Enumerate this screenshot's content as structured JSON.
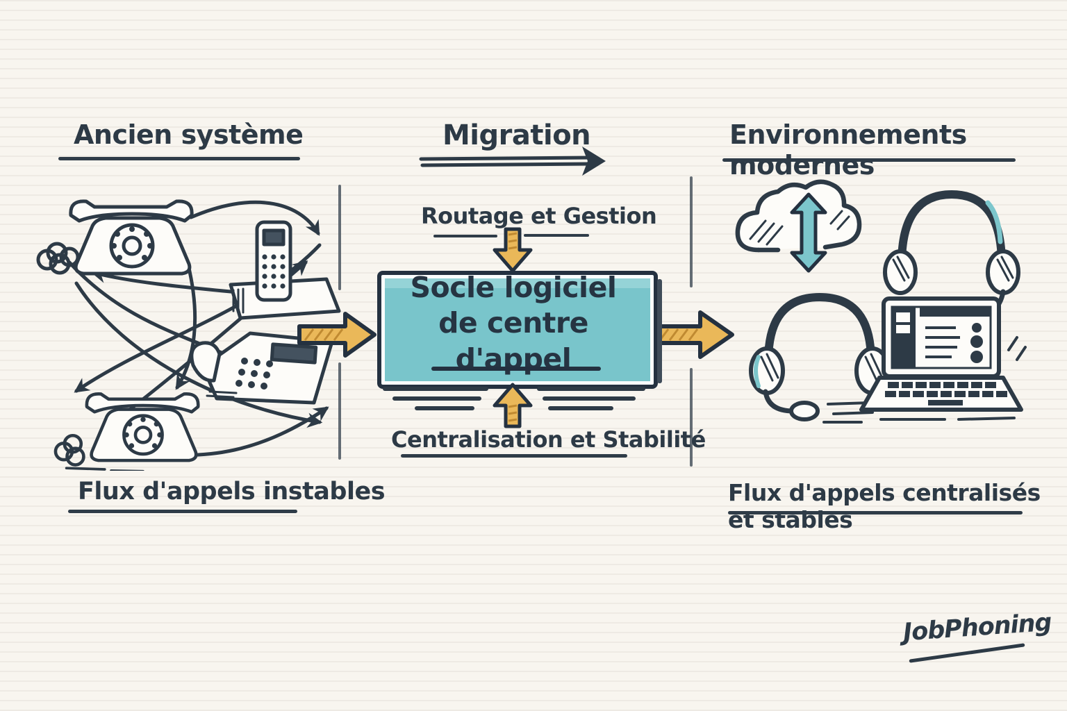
{
  "colors": {
    "paper": "#f8f5ef",
    "ink": "#2d3a46",
    "teal": "#79c5cb",
    "teal_light": "#95d3d7",
    "yellow": "#eab859",
    "yellow_dark": "#c08a31"
  },
  "sections": {
    "left": {
      "title": "Ancien système",
      "caption": "Flux d'appels instables",
      "icons": [
        "rotary-phone-icon",
        "cordless-phone-icon",
        "desk-phone-icon",
        "rotary-phone-icon",
        "chaotic-arrows"
      ]
    },
    "center": {
      "title": "Migration",
      "top_label": "Routage et Gestion",
      "box": {
        "line1": "Socle logiciel",
        "line2": "de centre d'appel"
      },
      "bottom_label": "Centralisation et Stabilité",
      "icons": [
        "migration-arrow-icon",
        "flow-in-arrow-icon",
        "flow-out-arrow-icon",
        "routing-down-arrow-icon",
        "stability-up-arrow-icon"
      ]
    },
    "right": {
      "title": "Environnements modernes",
      "caption": "Flux d'appels centralisés et stables",
      "icons": [
        "cloud-sync-icon",
        "headset-icon",
        "headphones-mic-icon",
        "laptop-callcenter-icon"
      ]
    }
  },
  "branding": {
    "logo": "JobPhoning"
  }
}
